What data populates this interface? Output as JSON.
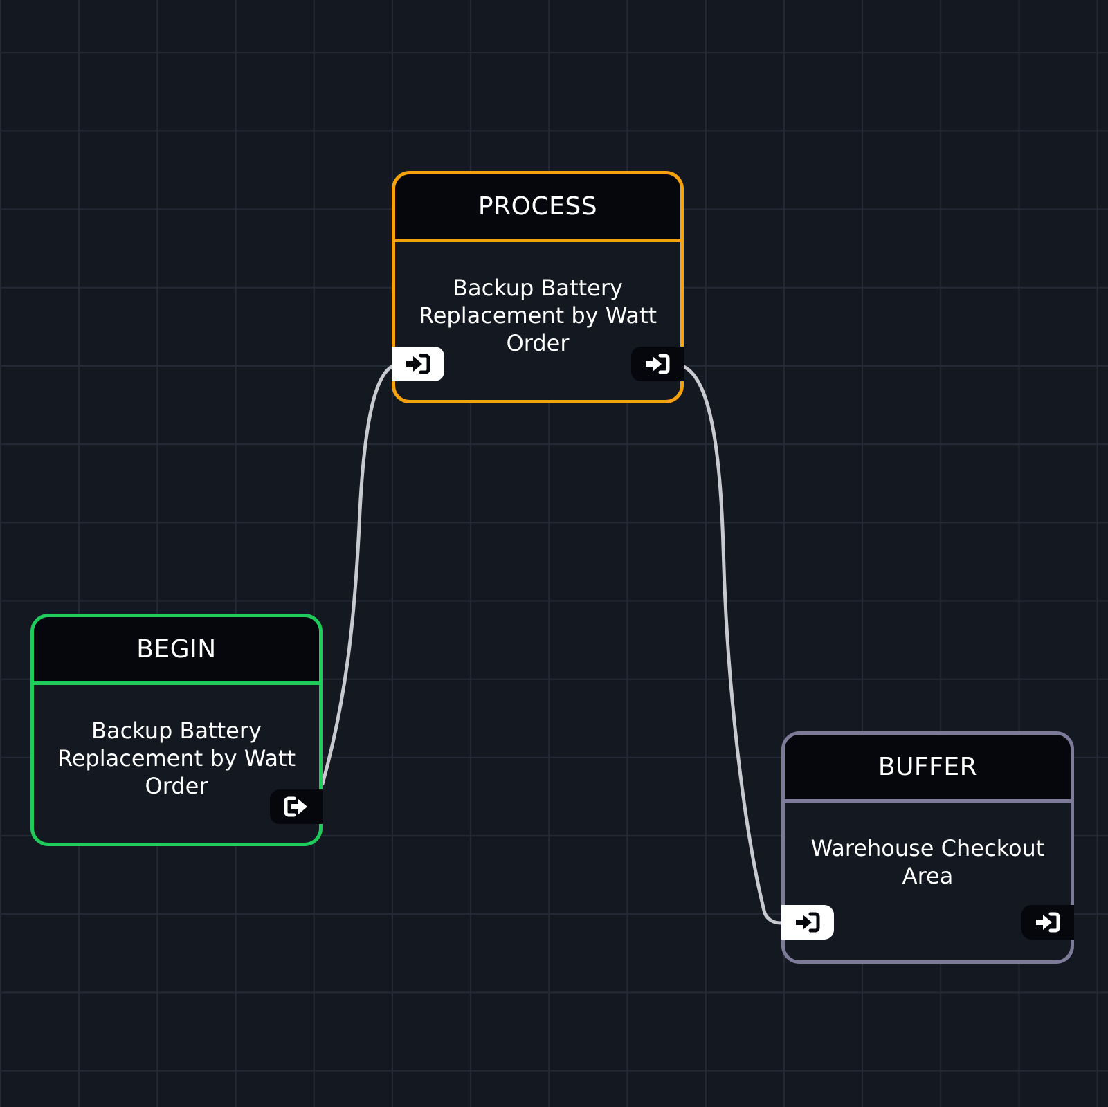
{
  "colors": {
    "background": "#141821",
    "grid": "#252b36",
    "header_bg": "#05070d",
    "edge": "#c8cacf",
    "begin_accent": "#1fcb5b",
    "process_accent": "#f5a20d",
    "buffer_accent": "#7e7a99"
  },
  "nodes": {
    "begin": {
      "title": "BEGIN",
      "body": "Backup Battery Replacement by Watt Order",
      "ports": {
        "output_icon": "logout-arrow-icon"
      }
    },
    "process": {
      "title": "PROCESS",
      "body": "Backup Battery Replacement by Watt Order",
      "ports": {
        "input_icon": "login-arrow-icon",
        "output_icon": "login-arrow-icon"
      }
    },
    "buffer": {
      "title": "BUFFER",
      "body": "Warehouse Checkout Area",
      "ports": {
        "input_icon": "login-arrow-icon",
        "output_icon": "login-arrow-icon"
      }
    }
  },
  "edges": [
    {
      "from": "begin",
      "to": "process"
    },
    {
      "from": "process",
      "to": "buffer"
    }
  ]
}
